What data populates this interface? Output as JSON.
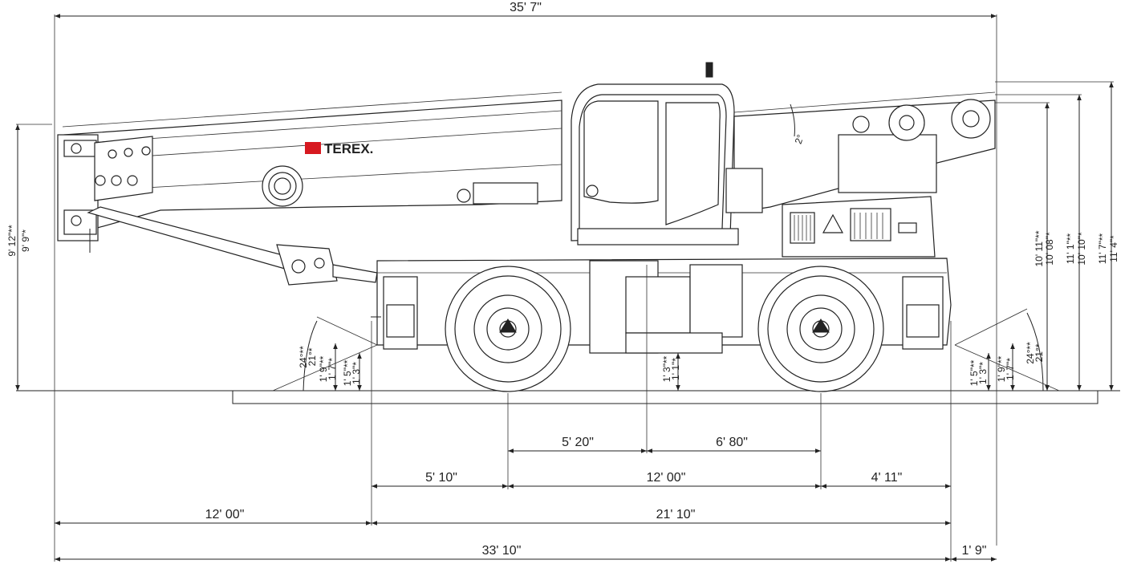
{
  "colors": {
    "line": "#222222",
    "background": "#ffffff",
    "logo_red": "#d71920"
  },
  "brand": {
    "logo_text": "TEREX."
  },
  "dimensions": {
    "overall_length_top": "35' 7\"",
    "overall_length_bottom": "33' 10\"",
    "rear_extension": "1' 9\"",
    "front_overhang": "12' 00\"",
    "chassis_length": "21' 10\"",
    "front_axle_to_chassis": "5' 10\"",
    "wheelbase": "12' 00\"",
    "rear_axle_to_chassis": "4' 11\"",
    "axle_to_center_front": "5' 20\"",
    "center_to_rear_axle": "6' 80\"",
    "boom_height_a": "9' 12\"**",
    "boom_height_b": "9' 9\"*",
    "front_angle_a": "24°**",
    "front_angle_b": "21°*",
    "front_clear_a": "1' 9\"**",
    "front_clear_b": "1' 7\"*",
    "front_clear_c": "1' 5\"**",
    "front_clear_d": "1' 3\"*",
    "center_clear_a": "1' 3\"**",
    "center_clear_b": "1' 1\"*",
    "rear_clear_c": "1' 5\"**",
    "rear_clear_d": "1' 3\"*",
    "rear_clear_a": "1' 9\"**",
    "rear_clear_b": "1' 7\"*",
    "rear_angle_a": "24°**",
    "rear_angle_b": "21°*",
    "height_cab_a": "10' 11\"**",
    "height_cab_b": "10' 08\"*",
    "height_top_a": "11' 1\"**",
    "height_top_b": "10' 10\"*",
    "height_max_a": "11' 7\"**",
    "height_max_b": "11' 4\"*",
    "boom_angle": "2°"
  }
}
